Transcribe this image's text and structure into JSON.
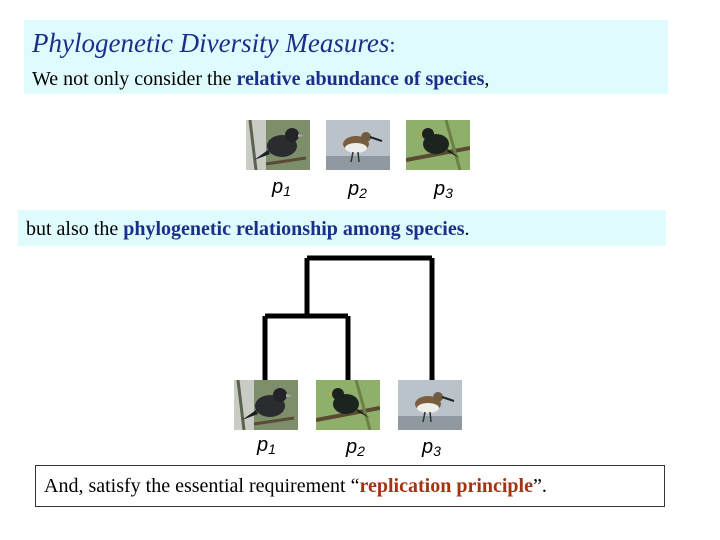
{
  "title": {
    "main": "Phylogenetic Diversity Measures",
    "colon": ":"
  },
  "line1": {
    "prefix": "We not only consider the ",
    "highlight": "relative abundance of species",
    "suffix": ","
  },
  "line2": {
    "prefix": "but also the  ",
    "highlight": "phylogenetic relationship among species",
    "suffix": "."
  },
  "line3": {
    "prefix": "And, satisfy the essential requirement “",
    "highlight": "replication principle",
    "suffix": "”."
  },
  "labels_top": [
    {
      "p": "p",
      "sub": "1"
    },
    {
      "p": "p",
      "sub": "2"
    },
    {
      "p": "p",
      "sub": "3"
    }
  ],
  "labels_bottom": [
    {
      "p": "p",
      "sub": "1"
    },
    {
      "p": "p",
      "sub": "2"
    },
    {
      "p": "p",
      "sub": "3"
    }
  ],
  "birds": {
    "top": [
      "dark-bird-icon",
      "sandpiper-icon",
      "starling-icon"
    ],
    "bottom": [
      "dark-bird-icon",
      "starling-icon",
      "sandpiper-icon"
    ]
  }
}
